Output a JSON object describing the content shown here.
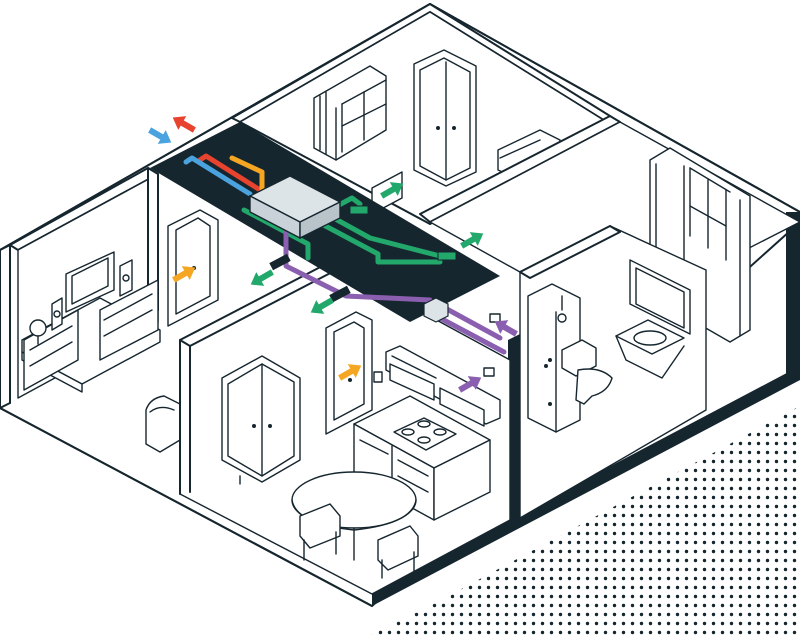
{
  "colors": {
    "outline": "#16262f",
    "ceiling_void": "#16262f",
    "wall": "#ffffff",
    "exhaust_air": "#e8432f",
    "outdoor_air": "#4aa3df",
    "supply_air": "#23a86c",
    "extract_air": "#8b5fb0",
    "transfer_air": "#f5a623",
    "unit_body": "#dde4e8",
    "floor_dots": "#16262f"
  },
  "rooms": [
    {
      "name": "bedroom-top"
    },
    {
      "name": "bedroom-right"
    },
    {
      "name": "bedroom-left"
    },
    {
      "name": "kitchen-dining"
    },
    {
      "name": "bathroom"
    }
  ],
  "unit": {
    "name": "mvhr-unit"
  },
  "arrows": [
    {
      "name": "outdoor-air-arrow",
      "color": "outdoor_air"
    },
    {
      "name": "exhaust-air-arrow",
      "color": "exhaust_air"
    },
    {
      "name": "supply-arrow-top-bedroom",
      "color": "supply_air"
    },
    {
      "name": "supply-arrow-right-bedroom",
      "color": "supply_air"
    },
    {
      "name": "supply-arrow-left-bedroom",
      "color": "supply_air"
    },
    {
      "name": "supply-arrow-living",
      "color": "supply_air"
    },
    {
      "name": "extract-arrow-bathroom",
      "color": "extract_air"
    },
    {
      "name": "extract-arrow-kitchen",
      "color": "extract_air"
    },
    {
      "name": "transfer-arrow-left-door",
      "color": "transfer_air"
    },
    {
      "name": "transfer-arrow-kitchen-door",
      "color": "transfer_air"
    }
  ]
}
